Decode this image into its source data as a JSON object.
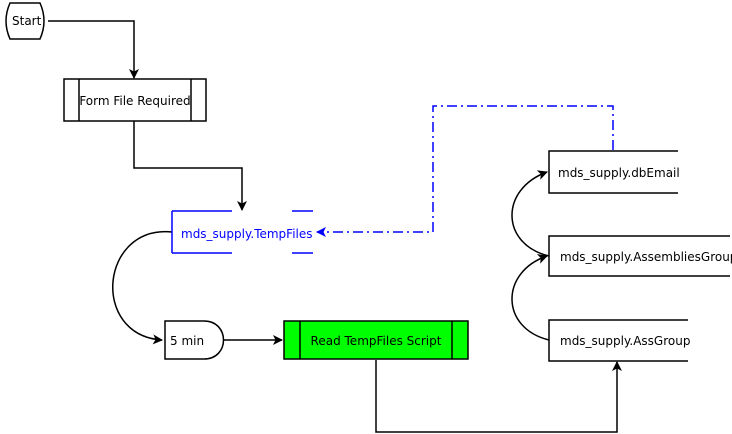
{
  "colors": {
    "stroke": "#000000",
    "highlight": "#0000ff",
    "script_fill": "#00ff00",
    "background": "#ffffff"
  },
  "nodes": {
    "start": {
      "label": "Start",
      "shape": "rounded-terminal"
    },
    "form_file": {
      "label": "Form File Required",
      "shape": "predefined-process"
    },
    "temp_files": {
      "label": "mds_supply.TempFiles",
      "shape": "data-store",
      "highlighted": true
    },
    "delay": {
      "label": "5 min",
      "shape": "delay"
    },
    "read_script": {
      "label": "Read TempFiles Script",
      "shape": "predefined-process",
      "fill": "green"
    },
    "db_email": {
      "label": "mds_supply.dbEmail",
      "shape": "data-store"
    },
    "assemblies_group": {
      "label": "mds_supply.AssembliesGroup",
      "shape": "data-store"
    },
    "ass_group": {
      "label": "mds_supply.AssGroup",
      "shape": "data-store"
    }
  },
  "edges": [
    {
      "from": "start",
      "to": "form_file",
      "style": "solid"
    },
    {
      "from": "form_file",
      "to": "temp_files",
      "style": "solid"
    },
    {
      "from": "temp_files",
      "to": "delay",
      "style": "solid-curved"
    },
    {
      "from": "delay",
      "to": "read_script",
      "style": "solid"
    },
    {
      "from": "read_script",
      "to": "ass_group",
      "style": "solid"
    },
    {
      "from": "ass_group",
      "to": "assemblies_group",
      "style": "solid-curved"
    },
    {
      "from": "assemblies_group",
      "to": "db_email",
      "style": "solid-curved"
    },
    {
      "from": "db_email",
      "to": "temp_files",
      "style": "dash-dot",
      "color": "highlight"
    }
  ]
}
